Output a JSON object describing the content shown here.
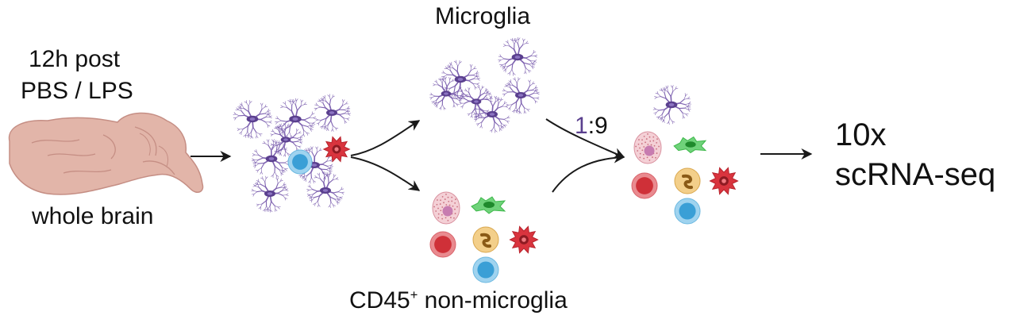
{
  "labels": {
    "timepoint_line1": "12h post",
    "timepoint_line2": "PBS / LPS",
    "tissue": "whole brain",
    "microglia": "Microglia",
    "nonmicroglia_prefix": "CD45",
    "nonmicroglia_sup": "+",
    "nonmicroglia_suffix": " non-microglia",
    "ratio_highlight": "1",
    "ratio_rest": ":9",
    "method_line1": "10x",
    "method_line2": "scRNA-seq"
  },
  "colors": {
    "brain": "#e2b5a9",
    "brain_outline": "#c58e84",
    "microglia": "#7e62b0",
    "microglia_body": "#5a3f8e",
    "ratio_highlight": "#5a3f8e",
    "arrow": "#1a1a1a",
    "lymphocyte_blue": "#3a9fd6",
    "dendritic_red": "#d9343e",
    "erythroid_red": "#cf3038",
    "neutrophil_pink": "#e8a9b6",
    "monocyte_yellow": "#eab55a",
    "astro_green": "#3db84a"
  },
  "icons": [
    "brain-icon",
    "microglia-icon",
    "lymphocyte-icon",
    "dendritic-cell-icon",
    "neutrophil-icon",
    "monocyte-icon",
    "amoeboid-cell-icon",
    "red-cell-icon",
    "arrow-icon"
  ]
}
